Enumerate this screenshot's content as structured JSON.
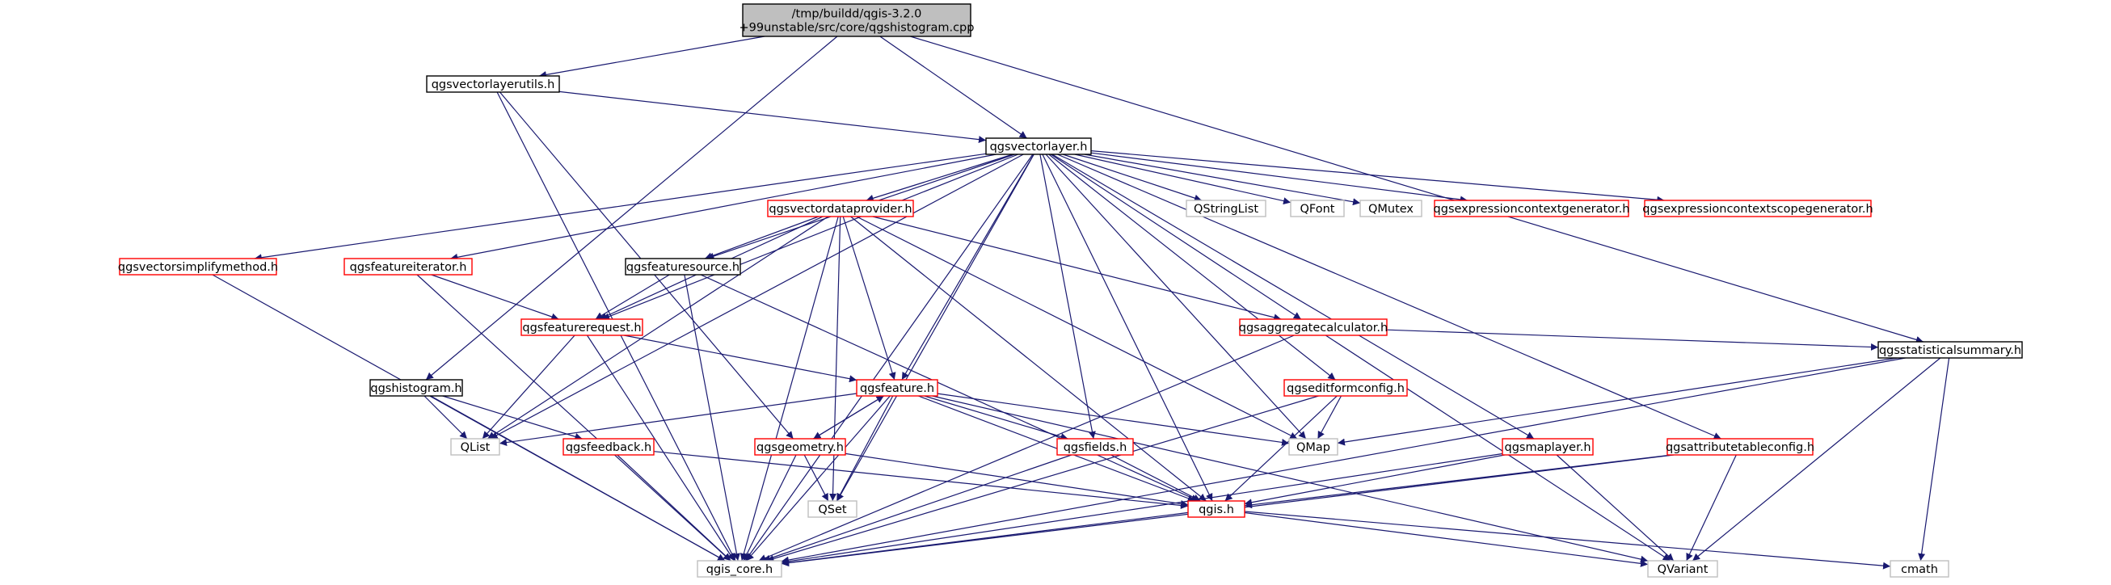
{
  "colors": {
    "edge": "#191970",
    "border_expanded": "#000000",
    "border_truncated": "#ff0000",
    "border_external": "#bfbfbf",
    "root_fill": "#bfbfbf",
    "node_fill": "#ffffff"
  },
  "nodes": [
    {
      "id": "root",
      "lines": [
        "/tmp/buildd/qgis-3.2.0",
        "+99unstable/src/core/qgshistogram.cpp"
      ],
      "style": "root"
    },
    {
      "id": "vlutils",
      "lines": [
        "qgsvectorlayerutils.h"
      ],
      "style": "black"
    },
    {
      "id": "vlayer",
      "lines": [
        "qgsvectorlayer.h"
      ],
      "style": "black"
    },
    {
      "id": "statsum",
      "lines": [
        "qgsstatisticalsummary.h"
      ],
      "style": "black"
    },
    {
      "id": "simplify",
      "lines": [
        "qgsvectorsimplifymethod.h"
      ],
      "style": "red"
    },
    {
      "id": "featiter",
      "lines": [
        "qgsfeatureiterator.h"
      ],
      "style": "red"
    },
    {
      "id": "vdp",
      "lines": [
        "qgsvectordataprovider.h"
      ],
      "style": "red"
    },
    {
      "id": "featsrc",
      "lines": [
        "qgsfeaturesource.h"
      ],
      "style": "black"
    },
    {
      "id": "qstringlist",
      "lines": [
        "QStringList"
      ],
      "style": "gray"
    },
    {
      "id": "qfont",
      "lines": [
        "QFont"
      ],
      "style": "gray"
    },
    {
      "id": "qmutex",
      "lines": [
        "QMutex"
      ],
      "style": "gray"
    },
    {
      "id": "exprctxgen",
      "lines": [
        "qgsexpressioncontextgenerator.h"
      ],
      "style": "red"
    },
    {
      "id": "exprscope",
      "lines": [
        "qgsexpressioncontextscopegenerator.h"
      ],
      "style": "red"
    },
    {
      "id": "featreq",
      "lines": [
        "qgsfeaturerequest.h"
      ],
      "style": "red"
    },
    {
      "id": "aggcalc",
      "lines": [
        "qgsaggregatecalculator.h"
      ],
      "style": "red"
    },
    {
      "id": "histogram",
      "lines": [
        "qgshistogram.h"
      ],
      "style": "black"
    },
    {
      "id": "feature",
      "lines": [
        "qgsfeature.h"
      ],
      "style": "red"
    },
    {
      "id": "editform",
      "lines": [
        "qgseditformconfig.h"
      ],
      "style": "red"
    },
    {
      "id": "qlist",
      "lines": [
        "QList"
      ],
      "style": "gray"
    },
    {
      "id": "feedback",
      "lines": [
        "qgsfeedback.h"
      ],
      "style": "red"
    },
    {
      "id": "geometry",
      "lines": [
        "qgsgeometry.h"
      ],
      "style": "red"
    },
    {
      "id": "fields",
      "lines": [
        "qgsfields.h"
      ],
      "style": "red"
    },
    {
      "id": "qmap",
      "lines": [
        "QMap"
      ],
      "style": "gray"
    },
    {
      "id": "maplayer",
      "lines": [
        "qgsmaplayer.h"
      ],
      "style": "red"
    },
    {
      "id": "attrtable",
      "lines": [
        "qgsattributetableconfig.h"
      ],
      "style": "red"
    },
    {
      "id": "qset",
      "lines": [
        "QSet"
      ],
      "style": "gray"
    },
    {
      "id": "qgis",
      "lines": [
        "qgis.h"
      ],
      "style": "red"
    },
    {
      "id": "qgiscore",
      "lines": [
        "qgis_core.h"
      ],
      "style": "gray"
    },
    {
      "id": "qvariant",
      "lines": [
        "QVariant"
      ],
      "style": "gray"
    },
    {
      "id": "cmath",
      "lines": [
        "cmath"
      ],
      "style": "gray"
    }
  ],
  "edges": [
    [
      "root",
      "vlutils"
    ],
    [
      "root",
      "vlayer"
    ],
    [
      "root",
      "statsum"
    ],
    [
      "root",
      "histogram"
    ],
    [
      "vlutils",
      "vlayer"
    ],
    [
      "vlutils",
      "qgiscore"
    ],
    [
      "vlutils",
      "geometry"
    ],
    [
      "vlayer",
      "simplify"
    ],
    [
      "vlayer",
      "featiter"
    ],
    [
      "vlayer",
      "vdp"
    ],
    [
      "vlayer",
      "featsrc"
    ],
    [
      "vlayer",
      "qstringlist"
    ],
    [
      "vlayer",
      "qfont"
    ],
    [
      "vlayer",
      "qmutex"
    ],
    [
      "vlayer",
      "exprctxgen"
    ],
    [
      "vlayer",
      "exprscope"
    ],
    [
      "vlayer",
      "featreq"
    ],
    [
      "vlayer",
      "aggcalc"
    ],
    [
      "vlayer",
      "feature"
    ],
    [
      "vlayer",
      "editform"
    ],
    [
      "vlayer",
      "fields"
    ],
    [
      "vlayer",
      "qmap"
    ],
    [
      "vlayer",
      "qgis"
    ],
    [
      "vlayer",
      "maplayer"
    ],
    [
      "vlayer",
      "attrtable"
    ],
    [
      "vlayer",
      "qset"
    ],
    [
      "vlayer",
      "qlist"
    ],
    [
      "vlayer",
      "qgiscore"
    ],
    [
      "simplify",
      "qgiscore"
    ],
    [
      "featiter",
      "featreq"
    ],
    [
      "featiter",
      "qgiscore"
    ],
    [
      "vdp",
      "featsrc"
    ],
    [
      "vdp",
      "featreq"
    ],
    [
      "vdp",
      "aggcalc"
    ],
    [
      "vdp",
      "feature"
    ],
    [
      "vdp",
      "qlist"
    ],
    [
      "vdp",
      "qset"
    ],
    [
      "vdp",
      "qmap"
    ],
    [
      "vdp",
      "qgis"
    ],
    [
      "vdp",
      "qgiscore"
    ],
    [
      "featsrc",
      "featreq"
    ],
    [
      "featsrc",
      "qgis"
    ],
    [
      "featsrc",
      "qgiscore"
    ],
    [
      "featreq",
      "feature"
    ],
    [
      "featreq",
      "qlist"
    ],
    [
      "featreq",
      "qgiscore"
    ],
    [
      "aggcalc",
      "statsum"
    ],
    [
      "aggcalc",
      "qvariant"
    ],
    [
      "aggcalc",
      "qgiscore"
    ],
    [
      "statsum",
      "qmap"
    ],
    [
      "statsum",
      "qvariant"
    ],
    [
      "statsum",
      "cmath"
    ],
    [
      "statsum",
      "qgiscore"
    ],
    [
      "histogram",
      "qlist"
    ],
    [
      "histogram",
      "feedback"
    ],
    [
      "histogram",
      "qgiscore"
    ],
    [
      "feature",
      "geometry"
    ],
    [
      "feature",
      "fields"
    ],
    [
      "feature",
      "qlist"
    ],
    [
      "feature",
      "qmap"
    ],
    [
      "feature",
      "qset"
    ],
    [
      "feature",
      "qgis"
    ],
    [
      "feature",
      "qvariant"
    ],
    [
      "feature",
      "qgiscore"
    ],
    [
      "geometry",
      "feature"
    ],
    [
      "geometry",
      "qset"
    ],
    [
      "geometry",
      "qgis"
    ],
    [
      "geometry",
      "qgiscore"
    ],
    [
      "editform",
      "qmap"
    ],
    [
      "editform",
      "qgis"
    ],
    [
      "editform",
      "qgiscore"
    ],
    [
      "feedback",
      "qgis"
    ],
    [
      "feedback",
      "qgiscore"
    ],
    [
      "fields",
      "qgis"
    ],
    [
      "fields",
      "qgiscore"
    ],
    [
      "maplayer",
      "qgis"
    ],
    [
      "maplayer",
      "qvariant"
    ],
    [
      "maplayer",
      "qgiscore"
    ],
    [
      "attrtable",
      "qgis"
    ],
    [
      "attrtable",
      "qvariant"
    ],
    [
      "attrtable",
      "qgiscore"
    ],
    [
      "qgis",
      "qgiscore"
    ],
    [
      "qgis",
      "qvariant"
    ],
    [
      "qgis",
      "cmath"
    ]
  ]
}
